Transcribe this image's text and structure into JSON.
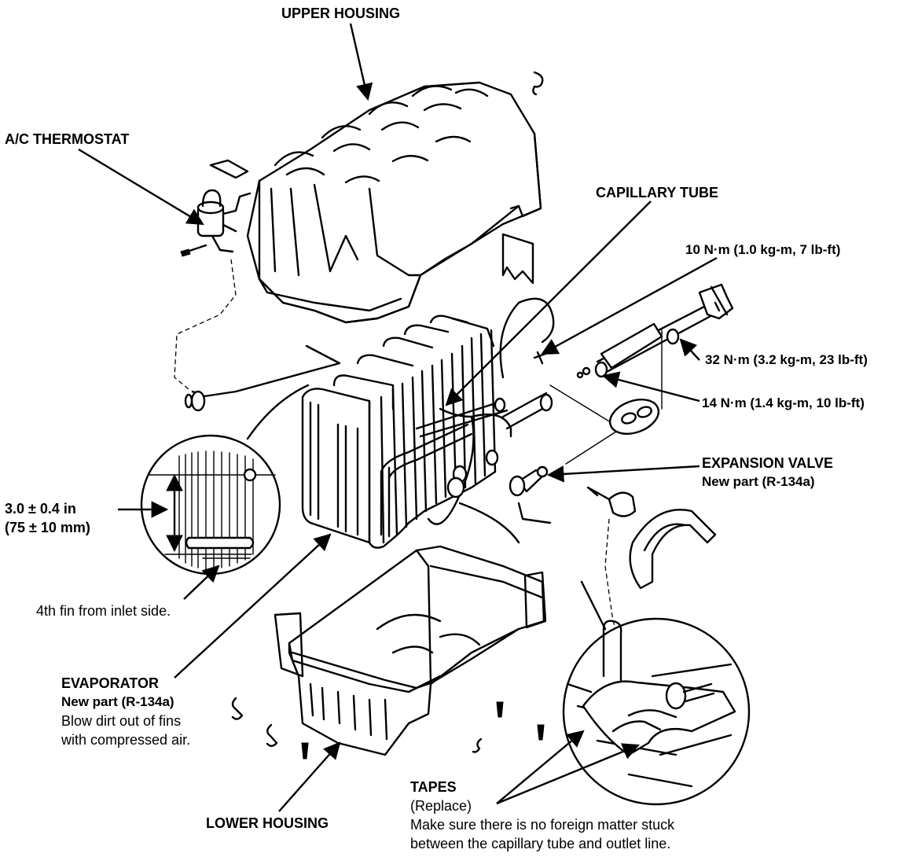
{
  "labels": {
    "upper_housing": "UPPER HOUSING",
    "ac_thermostat": "A/C THERMOSTAT",
    "capillary_tube": "CAPILLARY TUBE",
    "torque_10": "10 N·m (1.0 kg-m, 7 lb-ft)",
    "torque_32": "32 N·m (3.2 kg-m, 23 lb-ft)",
    "torque_14": "14 N·m (1.4 kg-m, 10 lb-ft)",
    "expansion_valve": "EXPANSION VALVE",
    "expansion_valve_note": "New part (R-134a)",
    "dimension_in": "3.0 ± 0.4 in",
    "dimension_mm": "(75 ± 10 mm)",
    "fin_note": "4th fin from inlet side.",
    "evaporator": "EVAPORATOR",
    "evaporator_note": "New part (R-134a)",
    "evaporator_instr_1": "Blow dirt out of fins",
    "evaporator_instr_2": "with compressed air.",
    "lower_housing": "LOWER HOUSING",
    "tapes": "TAPES",
    "tapes_note": "(Replace)",
    "tapes_instr_1": "Make sure there is no foreign matter stuck",
    "tapes_instr_2": "between the capillary tube and outlet line."
  }
}
